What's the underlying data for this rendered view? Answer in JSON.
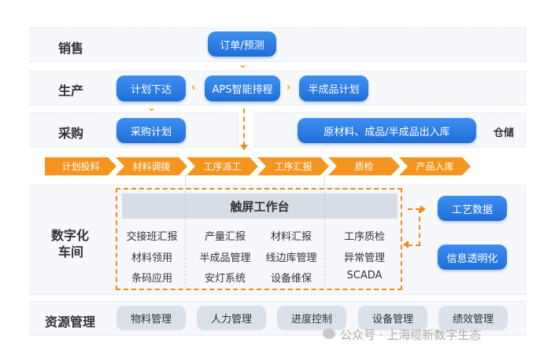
{
  "rows": {
    "sales": "销售",
    "production": "生产",
    "purchase": "采购",
    "warehouse": "仓储",
    "workshop_line1": "数字化",
    "workshop_line2": "车间",
    "resources": "资源管理"
  },
  "sales": {
    "order": "订单/预测"
  },
  "production": {
    "plan_release": "计划下达",
    "aps": "APS智能排程",
    "semi_plan": "半成品计划"
  },
  "purchase": {
    "plan": "采购计划",
    "inout": "原材料、成品/半成品出入库"
  },
  "flow": [
    "计划投料",
    "材料调拨",
    "工序派工",
    "工序汇报",
    "质检",
    "产品入库"
  ],
  "workbench": {
    "title": "触屏工作台",
    "columns": [
      [
        "交接班汇报",
        "材料领用",
        "条码应用"
      ],
      [
        "产量汇报",
        "半成品管理",
        "安灯系统"
      ],
      [
        "材料汇报",
        "线边库管理",
        "设备维保"
      ],
      [
        "工序质检",
        "异常管理",
        "SCADA"
      ]
    ]
  },
  "side": {
    "process_data": "工艺数据",
    "info": "信息透明化"
  },
  "resources": [
    "物料管理",
    "人力管理",
    "进度控制",
    "设备管理",
    "绩效管理"
  ],
  "watermark": "公众号 · 上海缆新数字生态",
  "colors": {
    "blue": "#1f6fd8",
    "orange": "#f5951f"
  }
}
